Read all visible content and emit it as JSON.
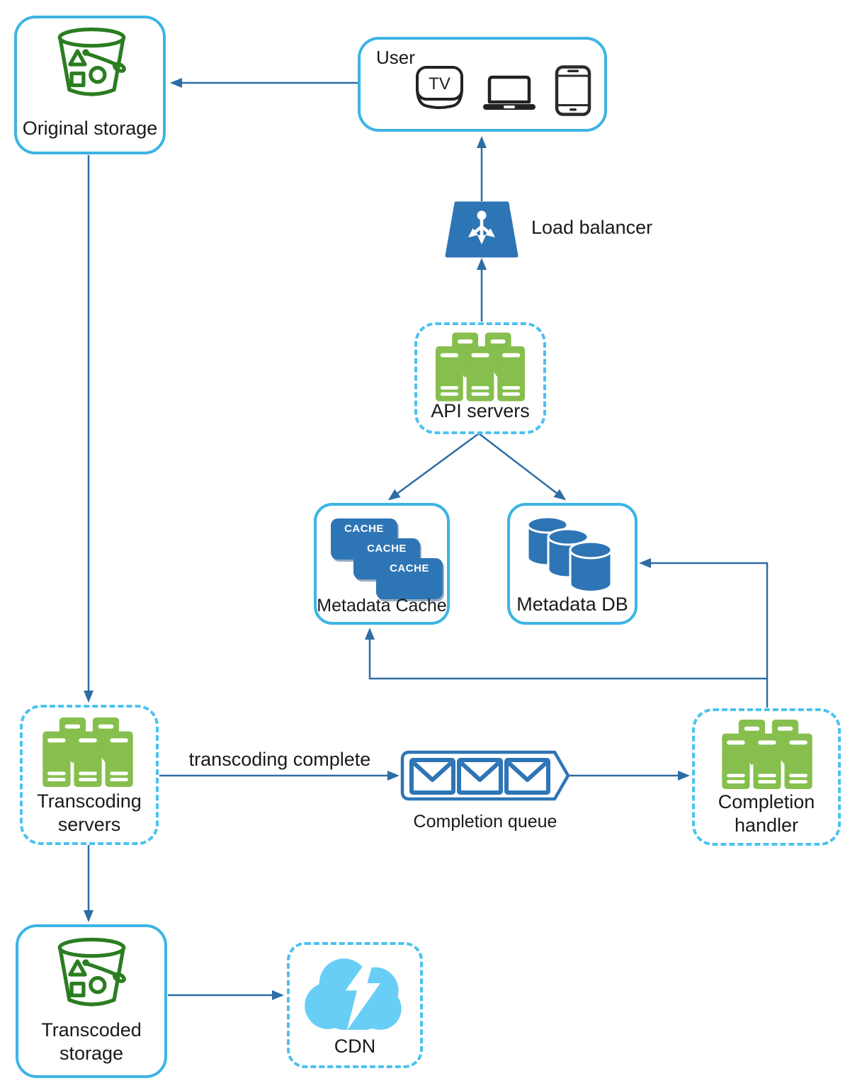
{
  "diagram": {
    "type": "architecture-diagram",
    "colors": {
      "solid_box_border": "#3CB4E5",
      "dashed_box_border": "#4CC2EE",
      "arrow": "#2E6DA4",
      "icon_blue": "#2E75B6",
      "server_green": "#86BF4D",
      "bucket_green": "#2B7D21",
      "cloud_blue": "#69CEF5",
      "device_dark": "#222222",
      "label_text": "#1A1A1A"
    },
    "nodes": {
      "original_storage": {
        "label": "Original storage",
        "icon": "bucket-icon",
        "border": "solid"
      },
      "user": {
        "label": "User",
        "tv_label": "TV",
        "icons": [
          "tv-icon",
          "laptop-icon",
          "smartphone-icon"
        ],
        "border": "solid"
      },
      "load_balancer": {
        "label": "Load balancer",
        "icon": "load-balancer-icon"
      },
      "api_servers": {
        "label": "API servers",
        "icon": "server-cluster-icon",
        "border": "dashed"
      },
      "metadata_cache": {
        "label": "Metadata Cache",
        "chips": [
          "CACHE",
          "CACHE",
          "CACHE"
        ],
        "icon": "cache-stack-icon",
        "border": "solid"
      },
      "metadata_db": {
        "label": "Metadata DB",
        "icon": "database-cylinders-icon",
        "border": "solid"
      },
      "transcoding_servers": {
        "label": "Transcoding servers",
        "icon": "server-cluster-icon",
        "border": "dashed"
      },
      "completion_queue": {
        "label": "Completion queue",
        "icon": "message-queue-icon"
      },
      "completion_handler": {
        "label": "Completion handler",
        "icon": "server-cluster-icon",
        "border": "dashed"
      },
      "transcoded_storage": {
        "label": "Transcoded storage",
        "icon": "bucket-icon",
        "border": "solid"
      },
      "cdn": {
        "label": "CDN",
        "icon": "cdn-cloud-icon",
        "border": "dashed"
      }
    },
    "edges": [
      {
        "from": "user",
        "to": "original_storage"
      },
      {
        "from": "load_balancer",
        "to": "user"
      },
      {
        "from": "api_servers",
        "to": "load_balancer"
      },
      {
        "from": "api_servers",
        "to": "metadata_cache"
      },
      {
        "from": "api_servers",
        "to": "metadata_db"
      },
      {
        "from": "original_storage",
        "to": "transcoding_servers"
      },
      {
        "from": "transcoding_servers",
        "to": "completion_queue",
        "label": "transcoding complete"
      },
      {
        "from": "completion_queue",
        "to": "completion_handler"
      },
      {
        "from": "completion_handler",
        "to": "metadata_db"
      },
      {
        "from": "completion_handler",
        "to": "metadata_cache"
      },
      {
        "from": "transcoding_servers",
        "to": "transcoded_storage"
      },
      {
        "from": "transcoded_storage",
        "to": "cdn"
      }
    ],
    "edge_labels": {
      "transcoding_complete": "transcoding complete"
    }
  }
}
